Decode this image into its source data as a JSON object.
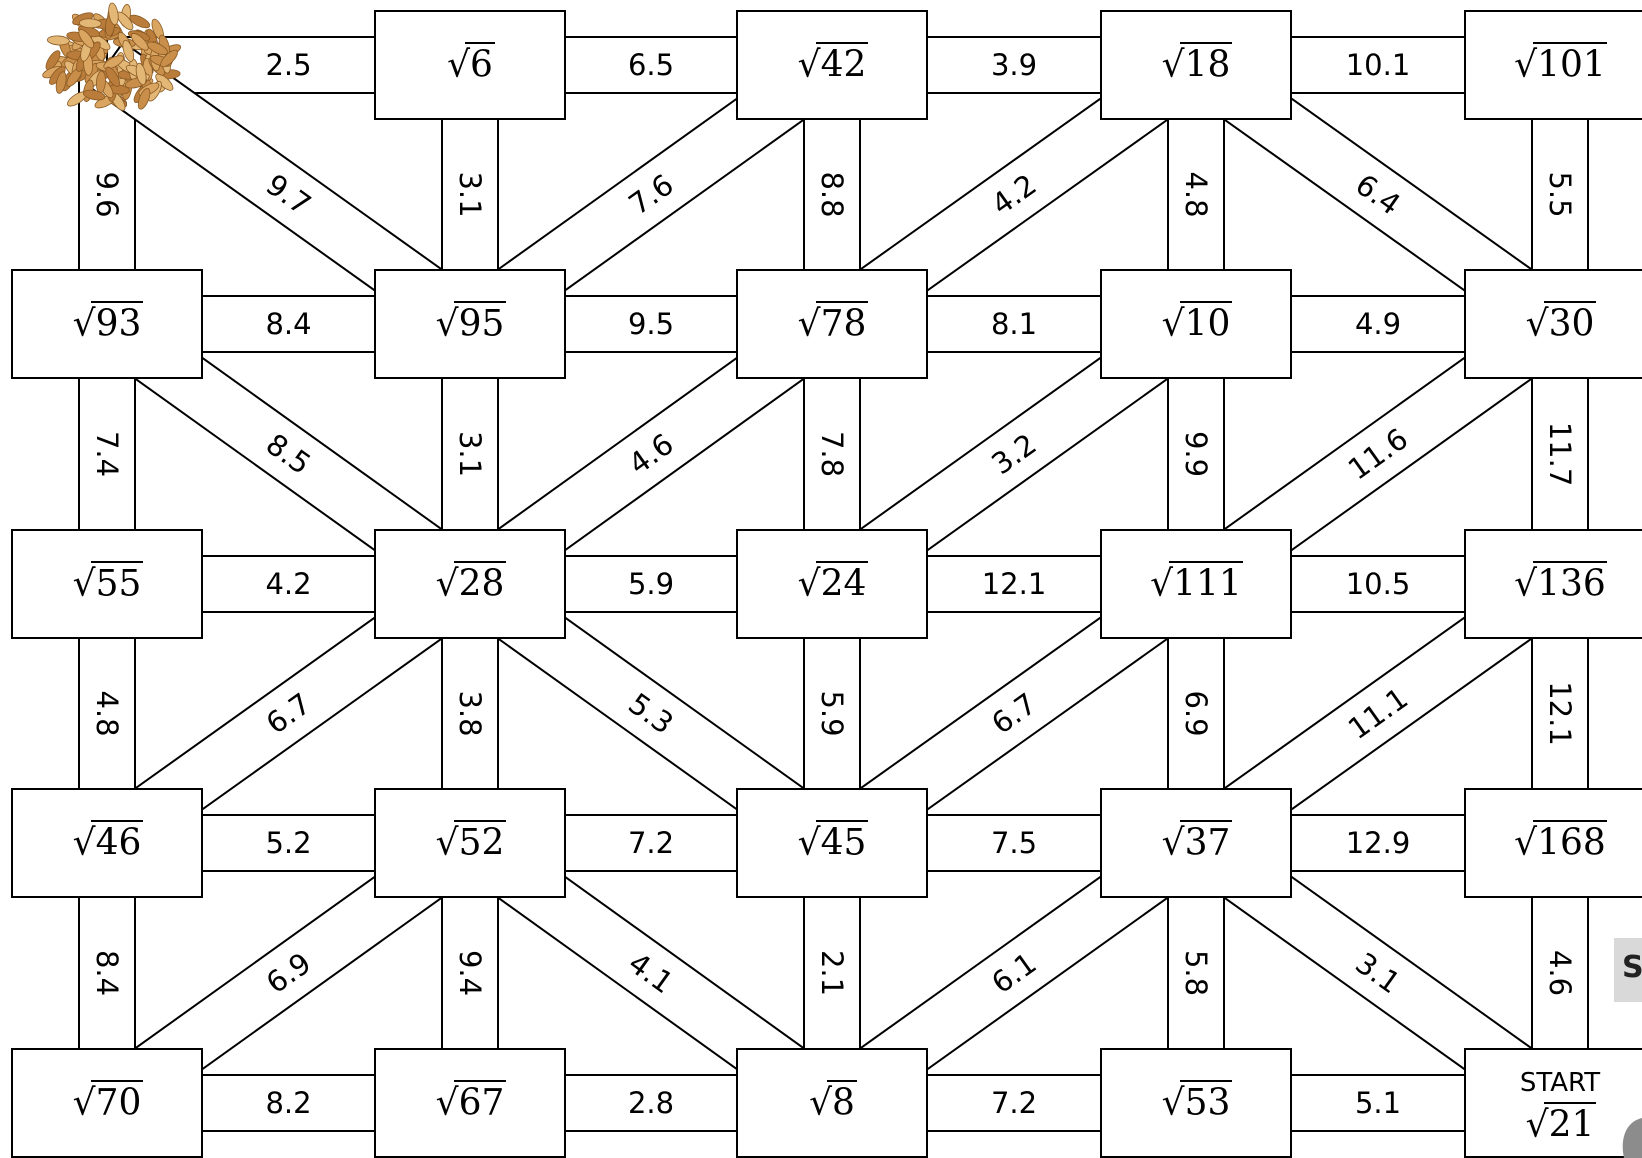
{
  "grid": {
    "rows": [
      [
        "6",
        "42",
        "18",
        "101"
      ],
      [
        "93",
        "95",
        "78",
        "10",
        "30"
      ],
      [
        "55",
        "28",
        "24",
        "111",
        "136"
      ],
      [
        "46",
        "52",
        "45",
        "37",
        "168"
      ],
      [
        "70",
        "67",
        "8",
        "53",
        "21"
      ]
    ],
    "start_label": "START"
  },
  "edges": {
    "horizontal": [
      [
        "2.5",
        "6.5",
        "3.9",
        "10.1"
      ],
      [
        "8.4",
        "9.5",
        "8.1",
        "4.9"
      ],
      [
        "4.2",
        "5.9",
        "12.1",
        "10.5"
      ],
      [
        "5.2",
        "7.2",
        "7.5",
        "12.9"
      ],
      [
        "8.2",
        "2.8",
        "7.2",
        "5.1"
      ]
    ],
    "vertical": [
      [
        "9.6",
        "3.1",
        "8.8",
        "4.8",
        "5.5"
      ],
      [
        "7.4",
        "3.1",
        "7.8",
        "9.9",
        "11.7"
      ],
      [
        "4.8",
        "3.8",
        "5.9",
        "6.9",
        "12.1"
      ],
      [
        "8.4",
        "9.4",
        "2.1",
        "5.8",
        "4.6"
      ]
    ],
    "diagonal": [
      [
        "9.7",
        "7.6",
        "4.2",
        "6.4"
      ],
      [
        "8.5",
        "4.6",
        "3.2",
        "11.6"
      ],
      [
        "6.7",
        "5.3",
        "6.7",
        "11.1"
      ],
      [
        "6.9",
        "4.1",
        "6.1",
        "3.1"
      ]
    ]
  },
  "images": {
    "peanuts": "peanut-pile-image",
    "side_tab_glyph": "S"
  }
}
